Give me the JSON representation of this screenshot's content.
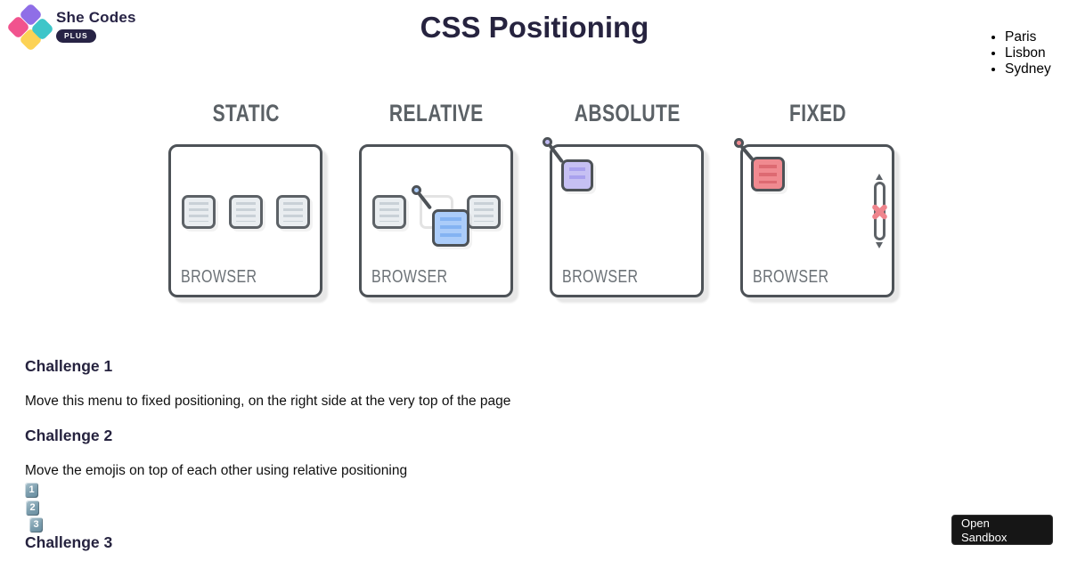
{
  "logo": {
    "brand": "She Codes",
    "badge": "PLUS"
  },
  "page": {
    "title": "CSS Positioning"
  },
  "menu": {
    "items": [
      "Paris",
      "Lisbon",
      "Sydney"
    ]
  },
  "diagram": {
    "panels": [
      {
        "title": "STATIC",
        "browser_label": "BROWSER"
      },
      {
        "title": "RELATIVE",
        "browser_label": "BROWSER"
      },
      {
        "title": "ABSOLUTE",
        "browser_label": "BROWSER"
      },
      {
        "title": "FIXED",
        "browser_label": "BROWSER"
      }
    ]
  },
  "challenges": [
    {
      "heading": "Challenge 1",
      "description": "Move this menu to fixed positioning, on the right side at the very top of the page"
    },
    {
      "heading": "Challenge 2",
      "description": "Move the emojis on top of each other using relative positioning",
      "emojis": [
        "1",
        "2",
        "3"
      ]
    },
    {
      "heading": "Challenge 3"
    }
  ],
  "sandbox_button": {
    "label": "Open Sandbox"
  },
  "colors": {
    "heading_navy": "#26233f",
    "logo_purple": "#8f6ee7",
    "logo_pink": "#f1538e",
    "logo_teal": "#3ec6c9",
    "logo_yellow": "#fcd255",
    "diagram_gray": "#5d6267",
    "relative_blue": "#abccf9",
    "absolute_purple": "#c6c0f3",
    "fixed_pink": "#f08a90",
    "keycap_blue": "#7b9dad",
    "button_black": "#161616"
  }
}
